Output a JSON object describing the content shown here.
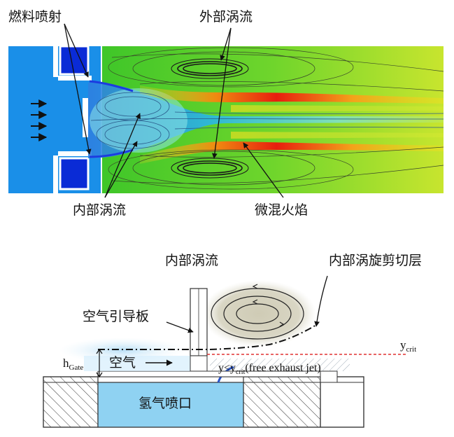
{
  "top": {
    "labels": {
      "fuel_injection": "燃料喷射",
      "outer_vortex": "外部涡流",
      "inner_vortex": "内部涡流",
      "micromix_flame": "微混火焰"
    }
  },
  "bottom": {
    "labels": {
      "inner_vortex": "内部涡流",
      "inner_vortex_shear_layer": "内部涡旋剪切层",
      "air_guide_plate": "空气引导板",
      "h_gate_main": "h",
      "h_gate_sub": "Gate",
      "air": "空气",
      "y_crit_main": "y",
      "y_crit_sub": "crit",
      "jet_y": "y<y",
      "jet_crit": "crit",
      "jet_text": "(free exhaust jet)",
      "hydrogen_nozzle": "氢气喷口"
    }
  },
  "colors": {
    "flow_field_bg": "#55d02a",
    "inlet_blue": "#1a8fe8",
    "injector_blue": "#0a2bd6",
    "flame_red": "#e81e0e",
    "hydrogen_blue": "#8fd2f2",
    "ycrit_line": "#e03030"
  }
}
